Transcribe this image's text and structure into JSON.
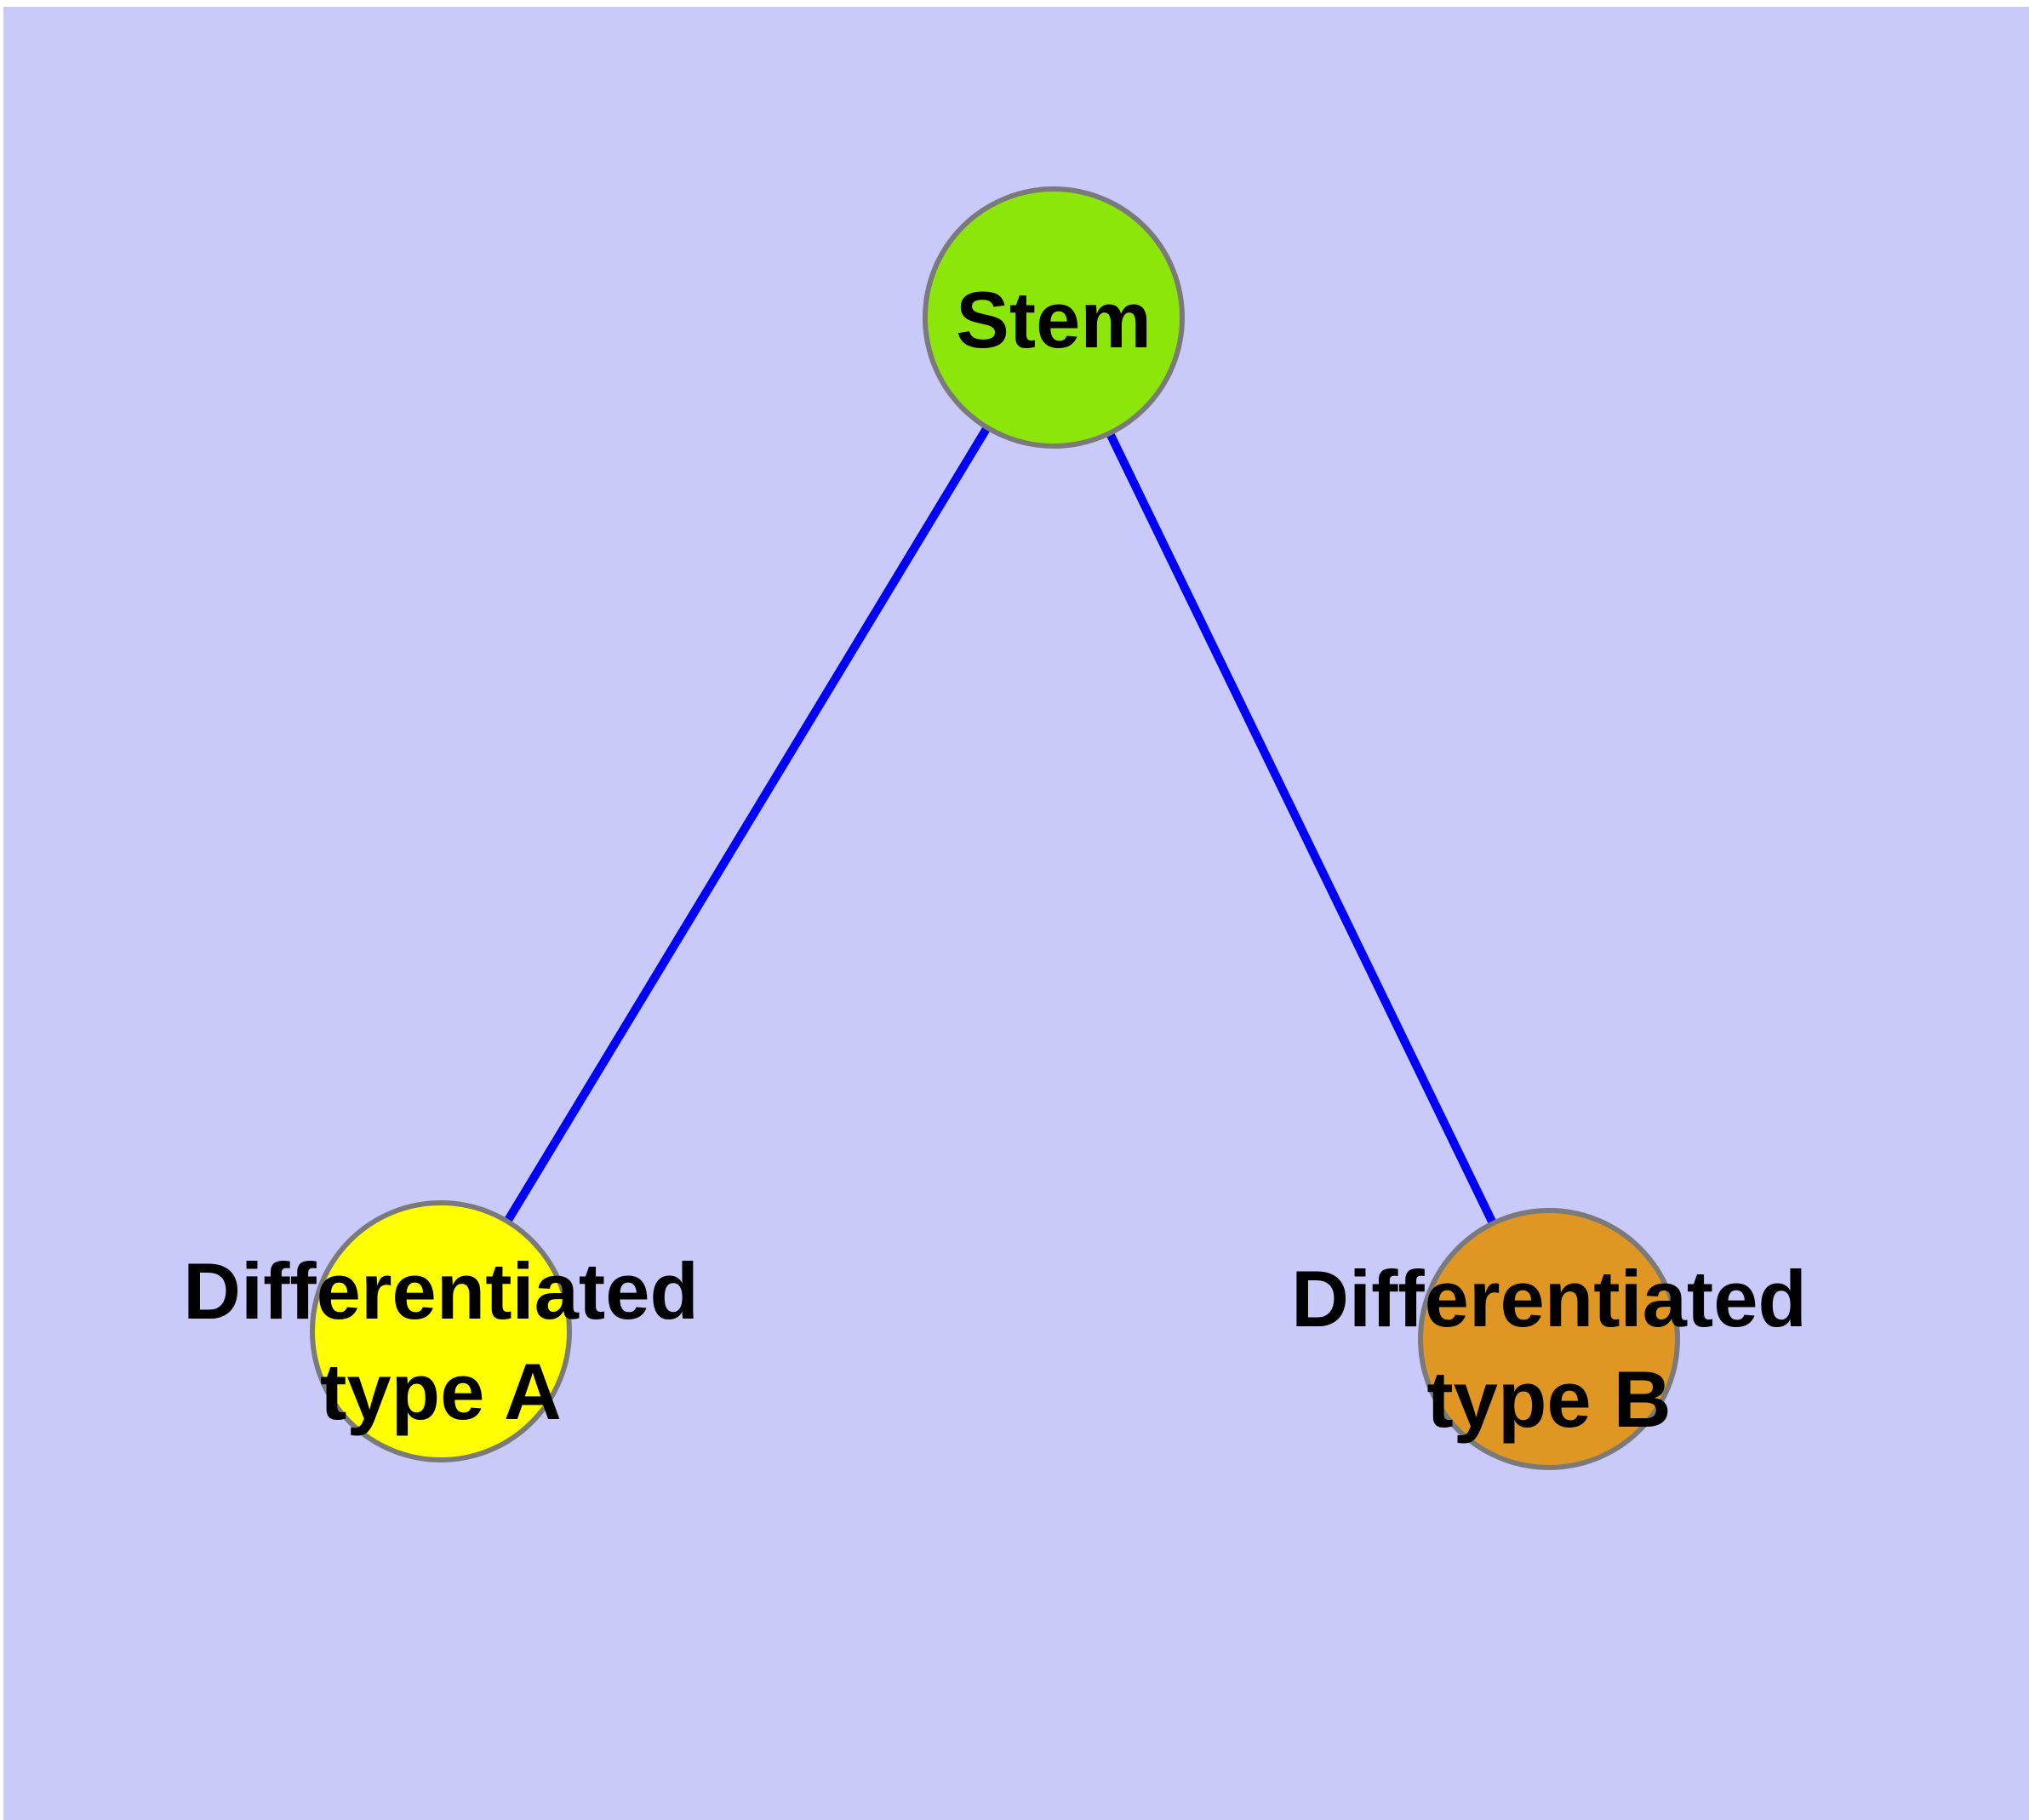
{
  "figure": {
    "type": "node-link-diagram",
    "background_color": "#c9c9fa",
    "margin_color": "#ffffff",
    "edge_color": "#0000f8",
    "node_border_color": "#7a7a7a",
    "text_color": "#000000",
    "nodes": [
      {
        "id": "stem",
        "label": "Stem",
        "label_lines": [
          "Stem"
        ],
        "fill": "#8ce60a"
      },
      {
        "id": "diff-a",
        "label": "Differentiated type A",
        "label_lines": [
          "Differentiated",
          "type A"
        ],
        "fill": "#ffff00"
      },
      {
        "id": "diff-b",
        "label": "Differentiated type B",
        "label_lines": [
          "Differentiated",
          "type B"
        ],
        "fill": "#e09623"
      }
    ],
    "edges": [
      {
        "from": "stem",
        "to": "diff-a"
      },
      {
        "from": "stem",
        "to": "diff-b"
      }
    ]
  }
}
